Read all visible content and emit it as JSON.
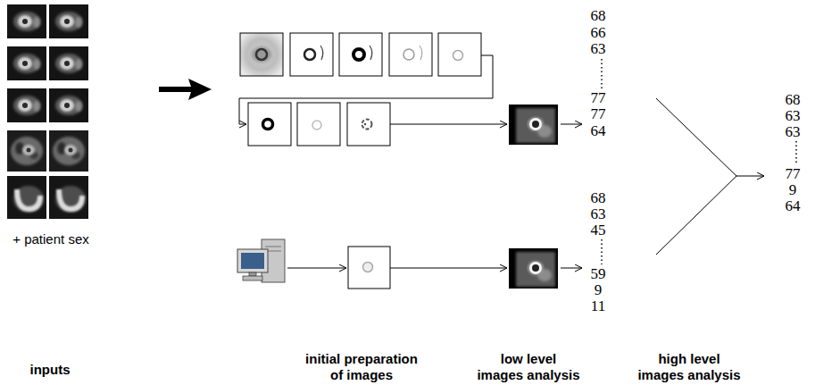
{
  "diagram": {
    "labels": [
      "+ patient sex",
      "68",
      "66",
      "63",
      "77",
      "77",
      "64",
      "68",
      "63",
      "45",
      "59",
      "9",
      "11",
      "68",
      "63",
      "63",
      "77",
      "9",
      "64",
      "inputs",
      "initial preparation of images",
      "low level images analysis",
      "high level images analysis"
    ]
  }
}
